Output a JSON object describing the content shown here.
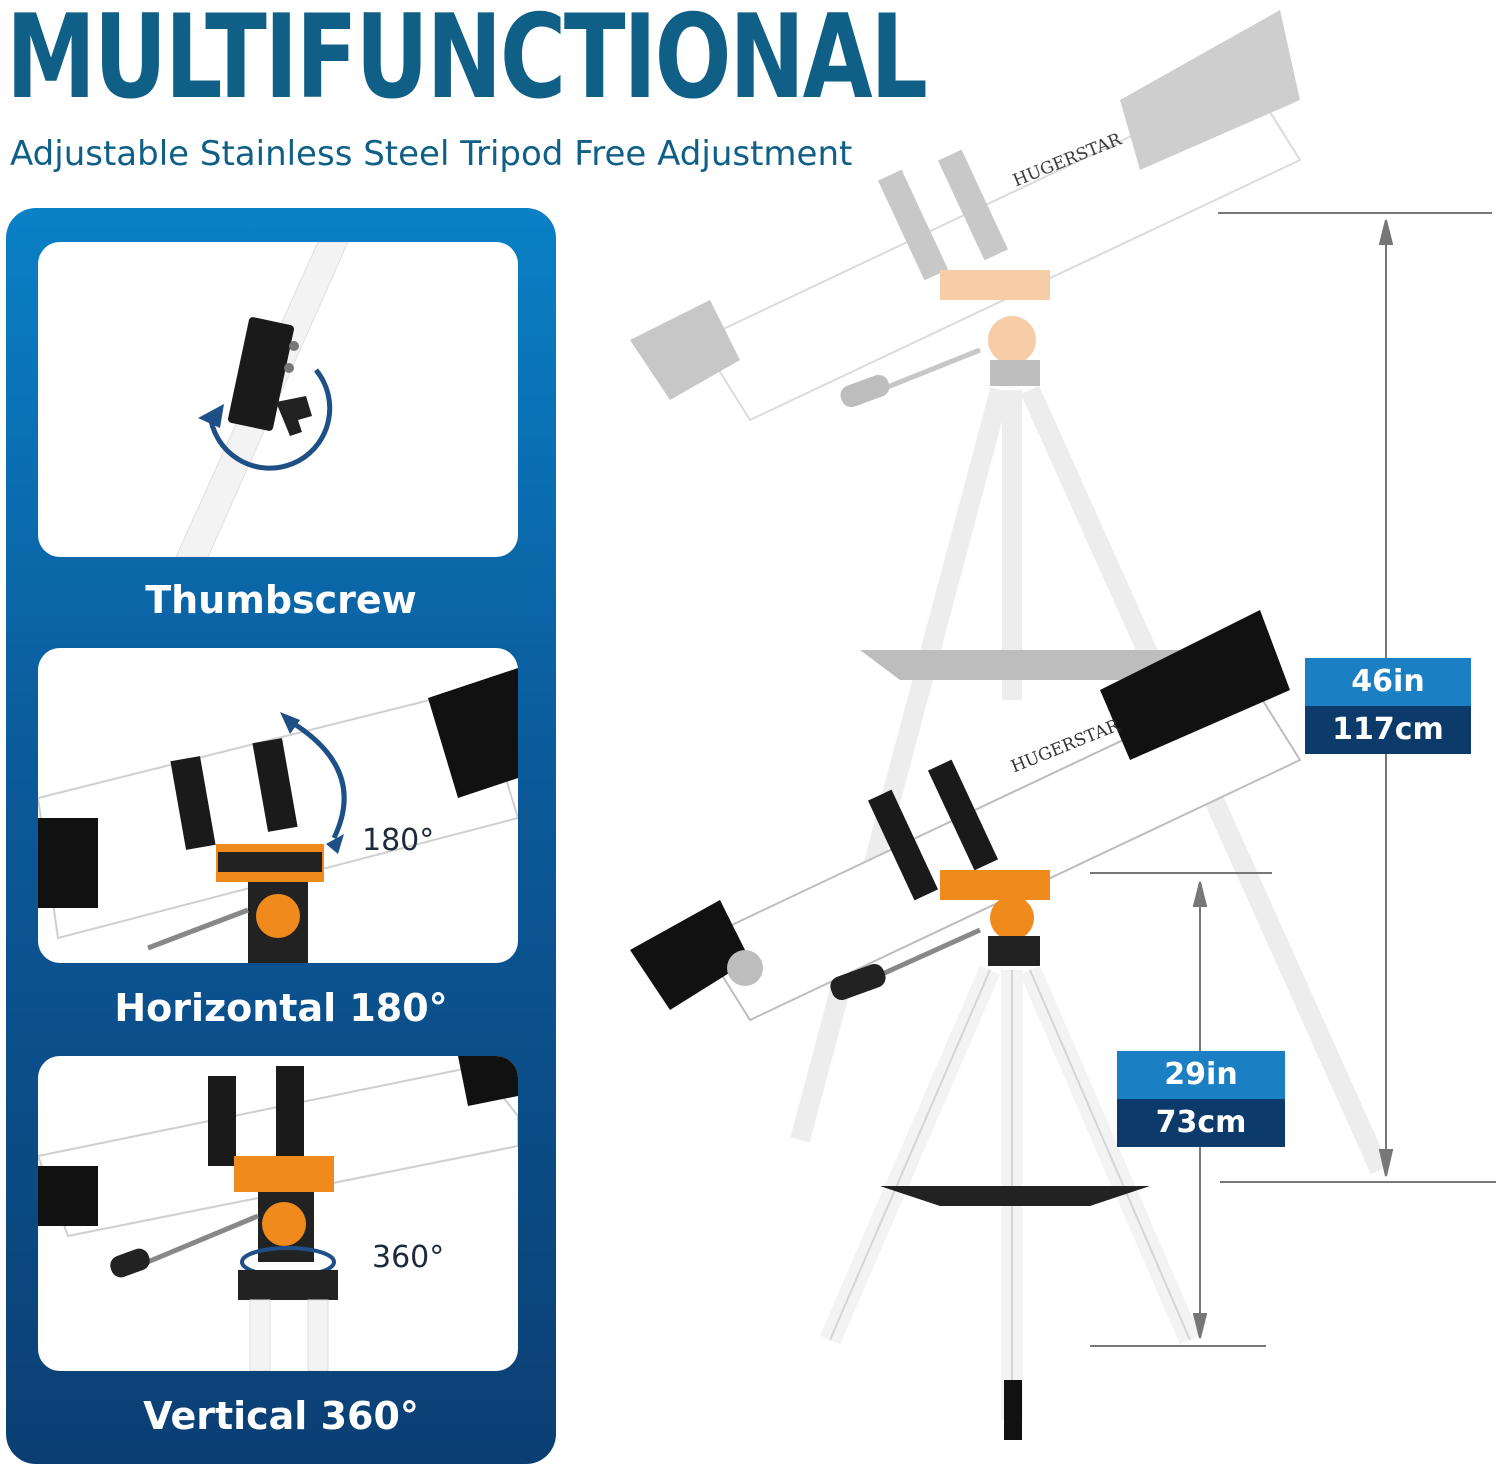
{
  "headline": "MULTIFUNCTIONAL",
  "subheadline": "Adjustable Stainless Steel Tripod Free Adjustment",
  "features": [
    {
      "label": "Thumbscrew"
    },
    {
      "label": "Horizontal 180°"
    },
    {
      "label": "Vertical 360°"
    }
  ],
  "angles": {
    "horizontal": "180°",
    "vertical": "360°"
  },
  "brand": "HUGERSTAR",
  "dimensions": {
    "max": {
      "inches": "46in",
      "cm": "117cm"
    },
    "min": {
      "inches": "29in",
      "cm": "73cm"
    }
  },
  "colors": {
    "headline": "#0f5f86",
    "panel_top": "#0a80c6",
    "panel_bottom": "#0b3f74",
    "dim_light": "#1b7fc4",
    "dim_dark": "#0c3a6b",
    "accent_orange": "#f08a1c"
  }
}
